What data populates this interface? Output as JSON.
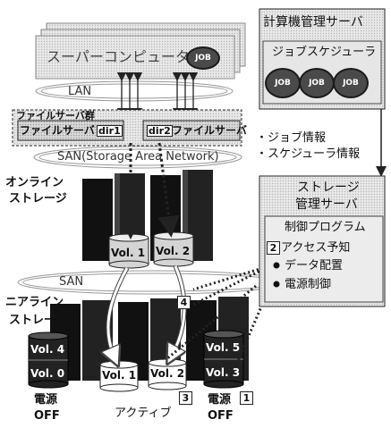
{
  "supercomputer": {
    "label": "スーパーコンピュータ",
    "job": "JOB"
  },
  "lan": "LAN",
  "file_server": {
    "group_label": "ファイルサーバ群",
    "server_1": "ファイルサーバ",
    "dir_1": "dir1",
    "dir_2": "dir2",
    "server_2": "ファイルサーバ"
  },
  "san_upper": "SAN(Storage Area Network)",
  "online_storage": {
    "line1": "オンライン",
    "line2": "ストレージ"
  },
  "online_vols": [
    "Vol. 1",
    "Vol. 2"
  ],
  "san_lower": "SAN",
  "nearline_storage": {
    "line1": "ニアライン",
    "line2": "ストレージ"
  },
  "nearline_vols": {
    "left_top": "Vol. 4",
    "left_bottom": "Vol. 0",
    "mid_1": "Vol. 1",
    "mid_2": "Vol. 2",
    "right_top": "Vol. 5",
    "right_bottom": "Vol. 3"
  },
  "bottom_labels": {
    "power_off_left_1": "電源",
    "power_off_left_2": "OFF",
    "active": "アクティブ",
    "power_off_right_1": "電源",
    "power_off_right_2": "OFF"
  },
  "step_numbers": {
    "one": "1",
    "two": "2",
    "three": "3",
    "four": "4"
  },
  "compute_server": {
    "title": "計算機管理サーバ",
    "scheduler": "ジョブスケジューラ",
    "jobs": [
      "JOB",
      "JOB",
      "JOB"
    ]
  },
  "info_items": [
    "・ジョブ情報",
    "・スケジューラ情報"
  ],
  "storage_server": {
    "title_line1": "ストレージ",
    "title_line2": "管理サーバ",
    "program": "制御プログラム",
    "access_prediction": "アクセス予知",
    "data_placement": "データ配置",
    "power_control": "電源制御"
  }
}
